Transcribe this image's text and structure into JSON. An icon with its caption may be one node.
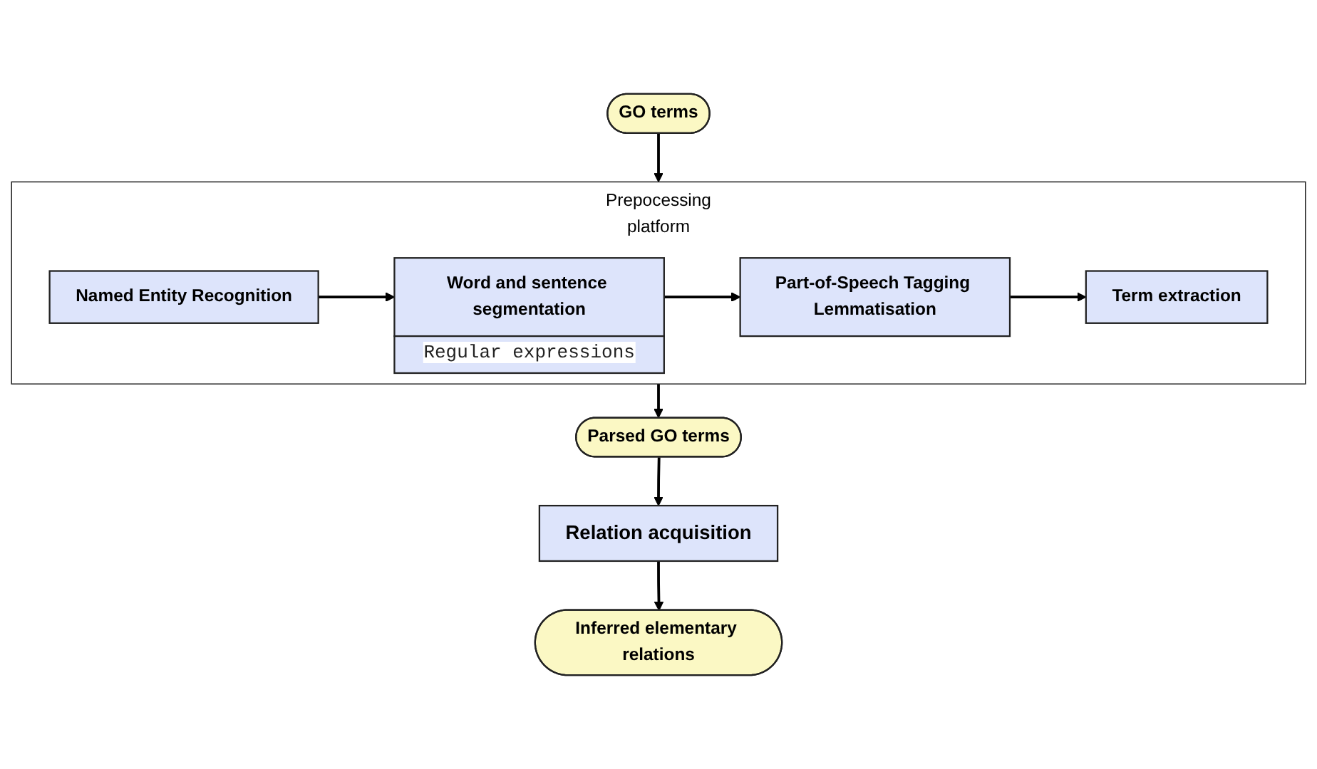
{
  "diagram": {
    "nodes": [
      {
        "text": [
          "GO terms"
        ]
      },
      {
        "text": [
          "Prepocessing",
          "platform"
        ]
      },
      {
        "text": [
          "Named Entity Recognition"
        ],
        "in": 1
      },
      {
        "text": [
          "Word and sentence segmentation"
        ],
        "in": 1,
        "beside": [
          "Regular expressions"
        ]
      },
      {
        "text": [
          "Part-of-Speech Tagging Lemmatisation"
        ],
        "in": 1
      },
      {
        "text": [
          "Term extraction"
        ],
        "in": 1
      },
      {
        "text": [
          "Parsed GO terms"
        ]
      },
      {
        "text": [
          "Relation acquisition"
        ]
      },
      {
        "text": [
          "Inferred elementary relations"
        ]
      }
    ],
    "edges": [
      {
        "from": 0,
        "to": 1,
        "arrow": "to"
      },
      {
        "from": 2,
        "to": 3,
        "arrow": "to"
      },
      {
        "from": 3,
        "to": 4,
        "arrow": "to"
      },
      {
        "from": 4,
        "to": 5,
        "arrow": "to"
      },
      {
        "from": 1,
        "to": 6,
        "arrow": "to"
      },
      {
        "from": 6,
        "to": 7,
        "arrow": "to"
      },
      {
        "from": 7,
        "to": 8,
        "arrow": "to"
      }
    ]
  }
}
